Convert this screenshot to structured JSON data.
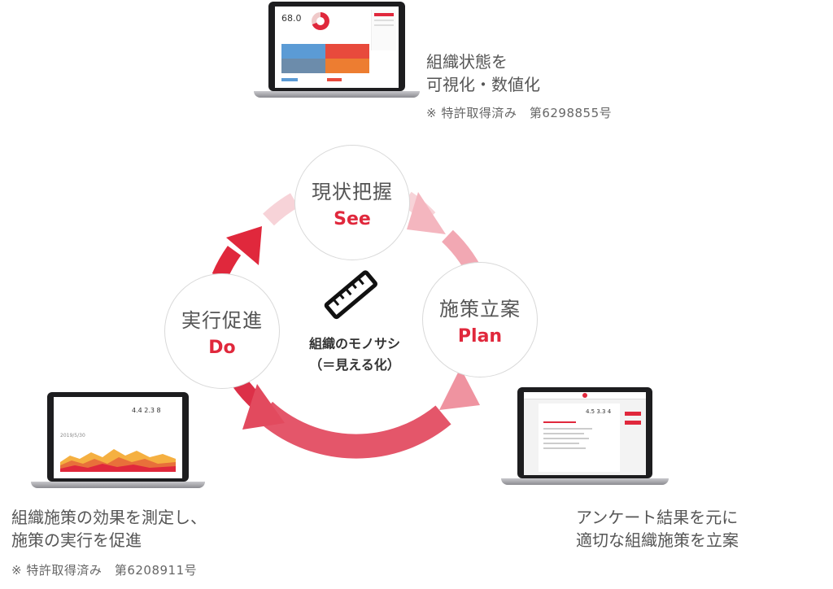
{
  "center": {
    "line1": "組織のモノサシ",
    "line2": "（＝見える化）",
    "icon": "ruler-icon"
  },
  "cycle": {
    "see": {
      "jp": "現状把握",
      "en": "See"
    },
    "plan": {
      "jp": "施策立案",
      "en": "Plan"
    },
    "do": {
      "jp": "実行促進",
      "en": "Do"
    }
  },
  "top_caption": {
    "line1": "組織状態を",
    "line2": "可視化・数値化",
    "note": "※ 特許取得済み　第6298855号"
  },
  "bottom_left_caption": {
    "line1": "組織施策の効果を測定し、",
    "line2": "施策の実行を促進",
    "note": "※ 特許取得済み　第6208911号"
  },
  "bottom_right_caption": {
    "line1": "アンケート結果を元に",
    "line2": "適切な組織施策を立案"
  },
  "laptops": {
    "top": {
      "score": "68.0"
    },
    "left": {
      "score": "4.4 2.3 8",
      "date": "2019/5/30"
    },
    "right": {
      "score": "4.5 3.3 4"
    }
  },
  "colors": {
    "accent": "#e0283c",
    "arrow_light": "#f5c7cd",
    "arrow_mid": "#ef93a0",
    "arrow_dark": "#e24a5e",
    "blue": "#5b9bd5",
    "orange": "#ed7d31"
  }
}
